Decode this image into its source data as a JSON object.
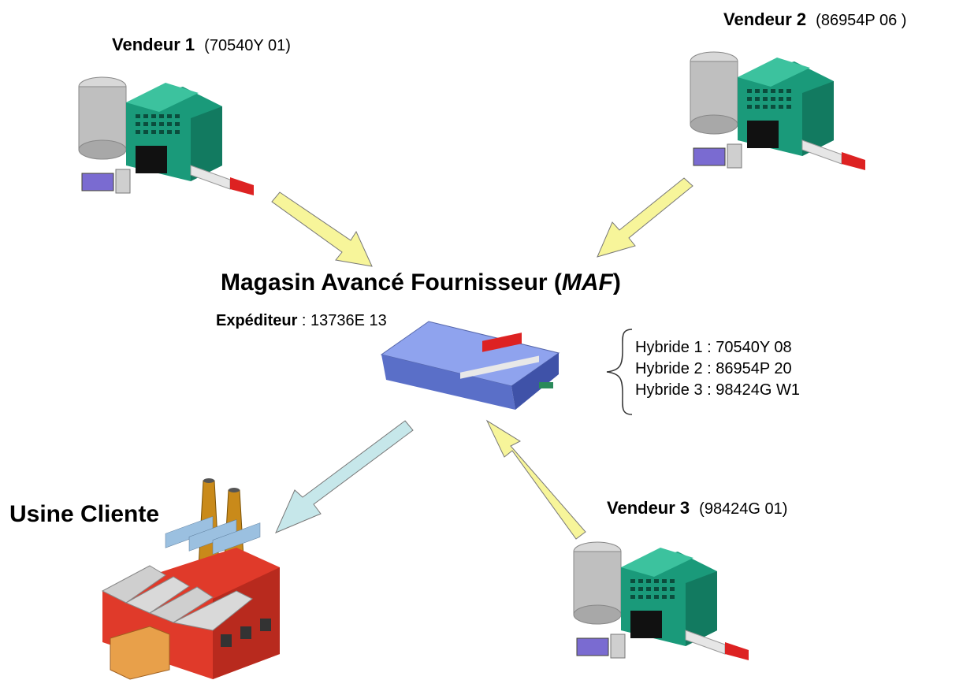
{
  "vendors": [
    {
      "label": "Vendeur 1",
      "code": "(70540Y  01)"
    },
    {
      "label": "Vendeur 2",
      "code": "(86954P  06 )"
    },
    {
      "label": "Vendeur 3",
      "code": "(98424G  01)"
    }
  ],
  "maf": {
    "title_main": "Magasin Avancé Fournisseur (",
    "title_abbr": "MAF",
    "title_close": ")",
    "expediteur_label": "Expéditeur",
    "expediteur_value": " : 13736E  13"
  },
  "hybrids": [
    "Hybride 1 :  70540Y   08",
    "Hybride 2 :  86954P   20",
    "Hybride 3 :  98424G   W1"
  ],
  "client": {
    "label": "Usine Cliente"
  },
  "colors": {
    "arrow_yellow": "#f7f59a",
    "arrow_blue": "#c6e7ea",
    "warehouse_green": "#1a9a7a",
    "maf_blue": "#6b7fd6",
    "factory_red": "#e03a2a"
  }
}
